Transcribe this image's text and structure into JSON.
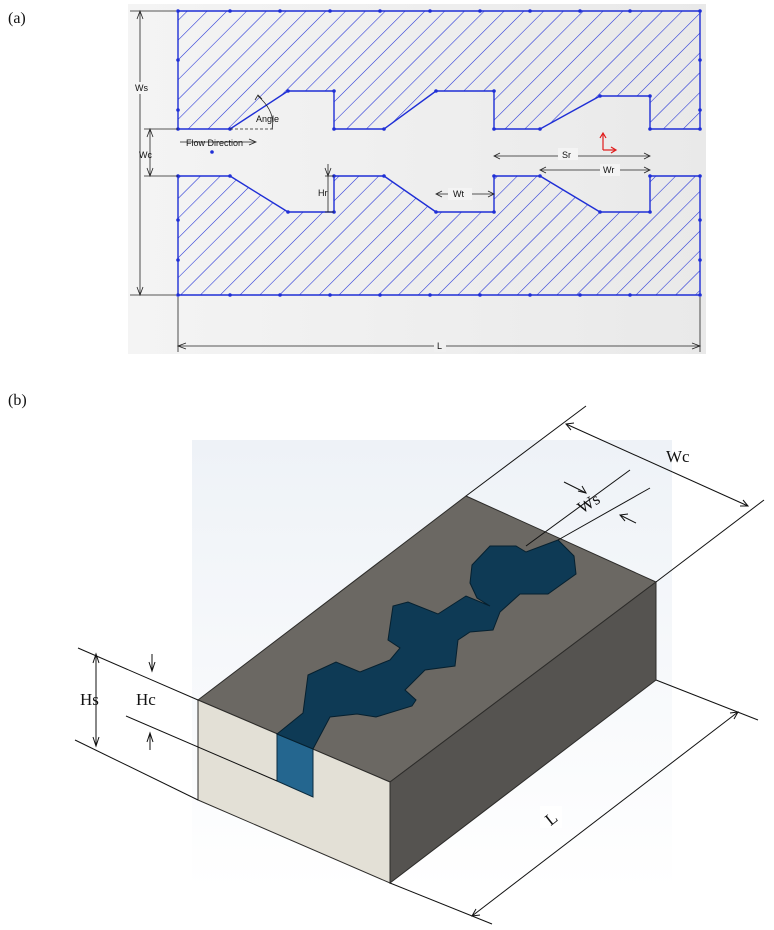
{
  "panels": {
    "a": {
      "label": "(a)",
      "dims": {
        "ws": "Ws",
        "wc": "Wc",
        "angle": "Angle",
        "flow": "Flow Direction",
        "hr": "Hr",
        "wt": "Wt",
        "sr": "Sr",
        "wr": "Wr",
        "l": "L"
      },
      "colors": {
        "hatch": "#1f2fd6",
        "dimension": "#222222",
        "origin": "#e01a1a"
      }
    },
    "b": {
      "label": "(b)",
      "dims": {
        "wc": "Wc",
        "ws": "Ws",
        "hs": "Hs",
        "hc": "Hc",
        "l": "L"
      },
      "colors": {
        "top": "#6b6863",
        "front": "#e3e0d6",
        "side": "#555350",
        "channel": "#0e3a55",
        "channel_wall": "#24668f"
      }
    }
  }
}
